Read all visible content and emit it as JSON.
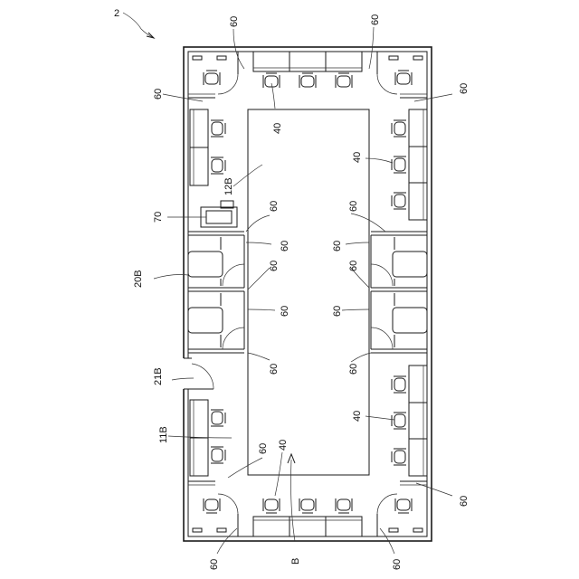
{
  "figure_ref": "2",
  "labels": {
    "ref_40": "40",
    "ref_60": "60",
    "ref_70": "70",
    "ref_12B": "12B",
    "ref_20B": "20B",
    "ref_21B": "21B",
    "ref_11B": "11B",
    "ref_B": "B"
  }
}
